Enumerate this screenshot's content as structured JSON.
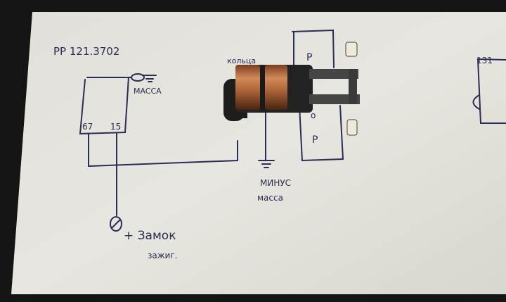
{
  "diagram": {
    "regulator_label": "PP 121.3702",
    "massa_label": "MACCA",
    "terminal_67": "67",
    "terminal_15": "15",
    "rings_label": "кольца",
    "brush_top_label": "P",
    "brush_bottom_label": "P",
    "center_label": "o",
    "minus_label": "МИНУС",
    "minus_mass_label": "масса",
    "plus_label": "+ Замок",
    "ignition_label": "зажиг.",
    "right_label": "131"
  },
  "colors": {
    "paper": "#e6e3dc",
    "ink": "#2b2d52",
    "copper": "#b0683a",
    "frame": "#141414"
  }
}
